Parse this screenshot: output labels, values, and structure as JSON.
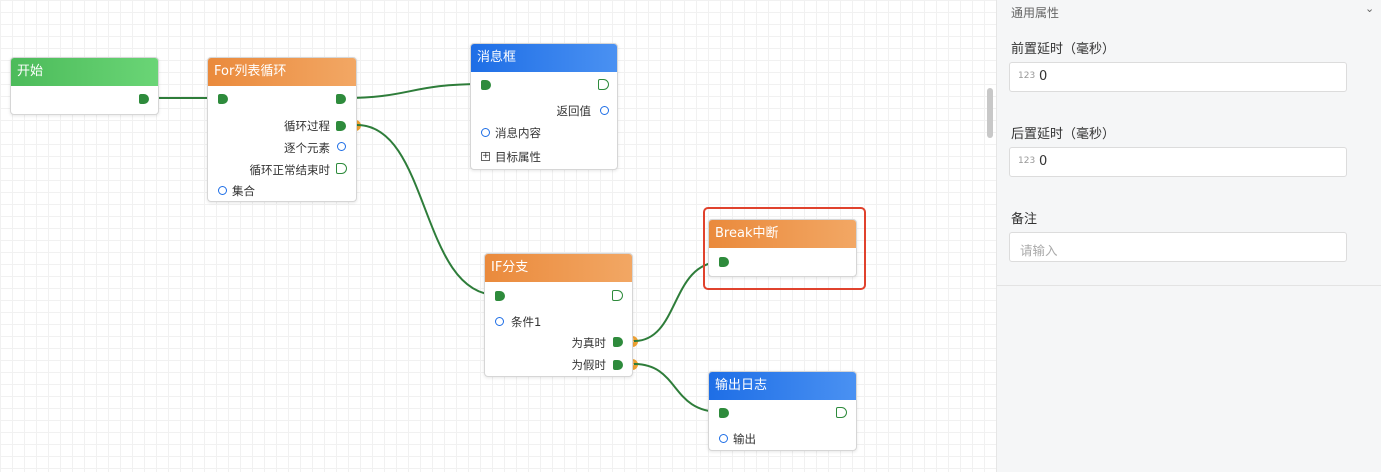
{
  "canvas": {
    "nodes": {
      "start": {
        "title": "开始"
      },
      "for_loop": {
        "title": "For列表循环",
        "ports": [
          "循环过程",
          "逐个元素",
          "循环正常结束时",
          "集合"
        ]
      },
      "message_box": {
        "title": "消息框",
        "ports": [
          "返回值",
          "消息内容",
          "目标属性"
        ]
      },
      "if_branch": {
        "title": "IF分支",
        "ports": [
          "条件1",
          "为真时",
          "为假时"
        ]
      },
      "break": {
        "title": "Break中断"
      },
      "output_log": {
        "title": "输出日志",
        "ports": [
          "输出"
        ]
      }
    }
  },
  "panel": {
    "section_title": "通用属性",
    "fields": [
      {
        "label": "前置延时（毫秒）",
        "value": "0",
        "icon": "123"
      },
      {
        "label": "后置延时（毫秒）",
        "value": "0",
        "icon": "123"
      },
      {
        "label": "备注",
        "placeholder": "请输入"
      }
    ]
  },
  "colors": {
    "exec_port": "#2e8b3c",
    "data_port": "#1e6ee6",
    "selection": "#e0422d",
    "header_green": "#4cbb5a",
    "header_orange": "#ea8a3c",
    "header_blue": "#1e6ee6"
  }
}
